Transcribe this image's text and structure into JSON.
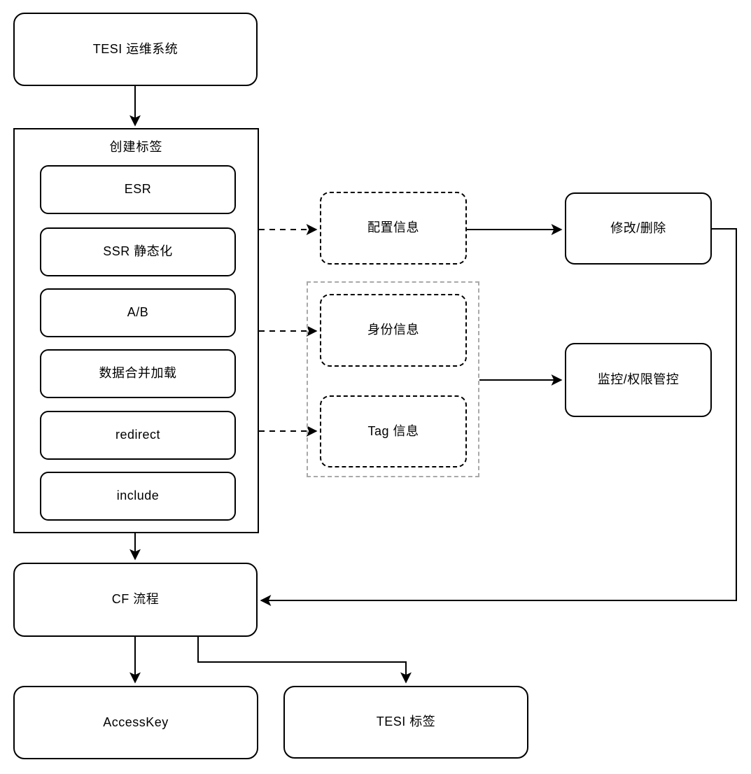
{
  "diagram_type": "flowchart",
  "colors": {
    "background": "#ffffff",
    "stroke": "#000000",
    "text": "#000000",
    "grey_group_border": "#a9a9a9"
  },
  "nodes": {
    "tesi_ops": "TESI 运维系统",
    "create_tag_group": "创建标签",
    "esr": "ESR",
    "ssr": "SSR 静态化",
    "ab": "A/B",
    "data_merge": "数据合并加载",
    "redirect": "redirect",
    "include": "include",
    "config_info": "配置信息",
    "identity_info": "身份信息",
    "tag_info": "Tag 信息",
    "modify_delete": "修改/删除",
    "monitor_control": "监控/权限管控",
    "cf_flow": "CF 流程",
    "access_key": "AccessKey",
    "tesi_tag": "TESI 标签"
  },
  "edges": [
    {
      "from": "tesi_ops",
      "to": "create_tag_group",
      "style": "solid-arrow"
    },
    {
      "from": "create_tag_group",
      "to": "config_info",
      "style": "dashed-arrow"
    },
    {
      "from": "create_tag_group",
      "to": "identity_info",
      "style": "dashed-arrow"
    },
    {
      "from": "create_tag_group",
      "to": "tag_info",
      "style": "dashed-arrow"
    },
    {
      "from": "config_info",
      "to": "modify_delete",
      "style": "solid-arrow"
    },
    {
      "from": "identity_tag_group",
      "to": "monitor_control",
      "style": "solid-arrow"
    },
    {
      "from": "modify_delete",
      "to": "cf_flow",
      "style": "solid-arrow"
    },
    {
      "from": "create_tag_group",
      "to": "cf_flow",
      "style": "solid-arrow"
    },
    {
      "from": "cf_flow",
      "to": "access_key",
      "style": "solid-arrow"
    },
    {
      "from": "cf_flow",
      "to": "tesi_tag",
      "style": "solid-arrow"
    }
  ]
}
